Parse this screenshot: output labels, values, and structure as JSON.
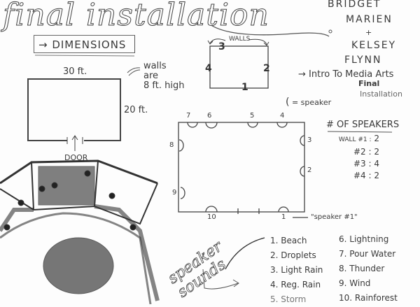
{
  "title": "final installation",
  "dimensions": {
    "label": "→ DIMENSIONS",
    "width": "30 ft.",
    "depth": "20 ft.",
    "door": "DOOR",
    "wall_height_note": [
      "walls",
      "are",
      "8 ft. high"
    ]
  },
  "walls_diagram": {
    "label": "WALLS",
    "wall_numbers": [
      "1",
      "2",
      "3",
      "4"
    ]
  },
  "credits": {
    "names": [
      "BRIDGET",
      "MARIEN",
      "+",
      "KELSEY",
      "FLYNN"
    ],
    "course": "→ Intro To Media Arts",
    "project": [
      "Final",
      "Installation"
    ]
  },
  "legend": {
    "speaker_symbol": "(",
    "speaker_label": "= speaker"
  },
  "speaker_layout": {
    "speaker_numbers": [
      "1",
      "2",
      "3",
      "4",
      "5",
      "6",
      "7",
      "8",
      "9",
      "10"
    ],
    "callout": "\"speaker #1\""
  },
  "speaker_count": {
    "heading": "# OF SPEAKERS",
    "rows": [
      {
        "wall": "WALL #1 :",
        "count": "2"
      },
      {
        "wall": "#2 :",
        "count": "2"
      },
      {
        "wall": "#3 :",
        "count": "4"
      },
      {
        "wall": "#4 :",
        "count": "2"
      }
    ]
  },
  "sounds": {
    "heading": "speaker sounds",
    "items": [
      "1. Beach",
      "2. Droplets",
      "3. Light Rain",
      "4. Reg. Rain",
      "5. Storm",
      "6. Lightning",
      "7. Pour Water",
      "8. Thunder",
      "9. Wind",
      "10. Rainforest"
    ]
  }
}
